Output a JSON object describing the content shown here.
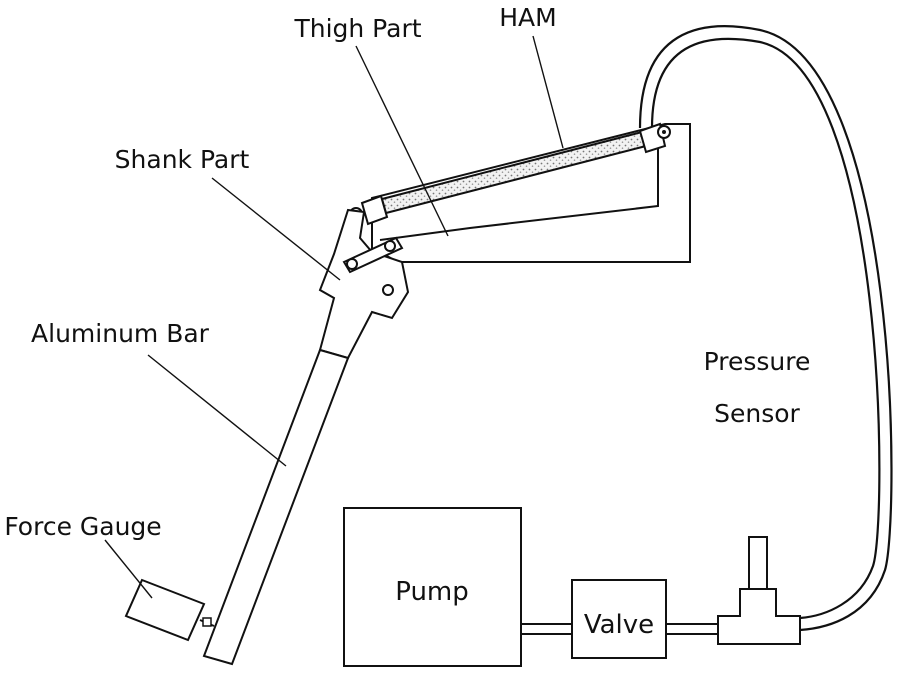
{
  "labels": {
    "thigh": "Thigh Part",
    "ham": "HAM",
    "shank": "Shank Part",
    "aluminum": "Aluminum Bar",
    "force": "Force Gauge",
    "pressure_line1": "Pressure",
    "pressure_line2": "Sensor",
    "pump": "Pump",
    "valve": "Valve"
  },
  "colors": {
    "line": "#111111",
    "fill": "#ffffff",
    "ham_fill": "#d8d8d8"
  }
}
